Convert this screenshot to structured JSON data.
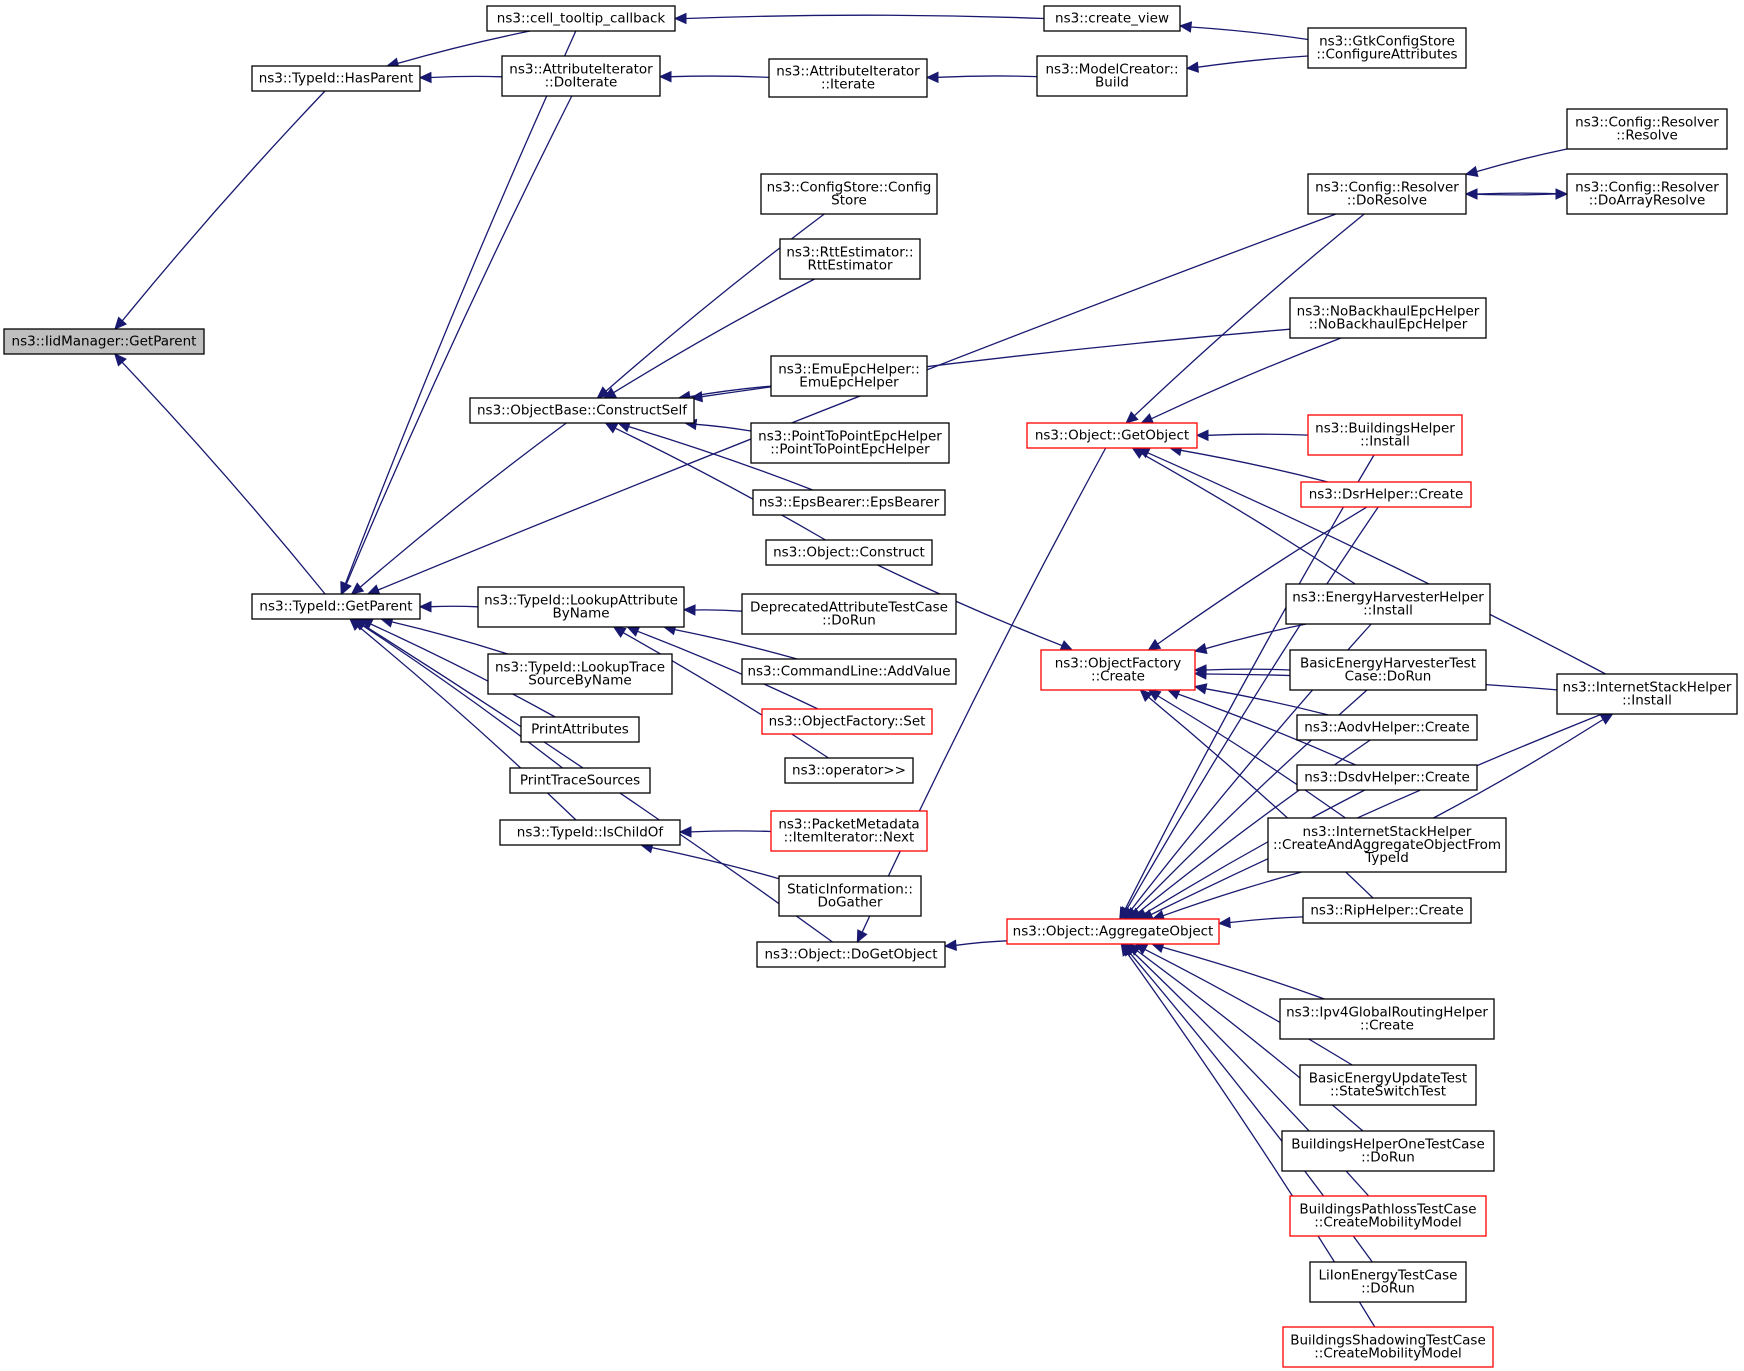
{
  "diagram": {
    "colors": {
      "edge": "#191970",
      "node_border": "#000000",
      "node_border_truncated": "#ff0000",
      "root_fill": "#bfbfbf"
    },
    "nodes": [
      {
        "id": "root",
        "lines": [
          "ns3::IidManager::GetParent"
        ],
        "style": "root"
      },
      {
        "id": "hasparent",
        "lines": [
          "ns3::TypeId::HasParent"
        ]
      },
      {
        "id": "getparent",
        "lines": [
          "ns3::TypeId::GetParent"
        ]
      },
      {
        "id": "celltooltip",
        "lines": [
          "ns3::cell_tooltip_callback"
        ]
      },
      {
        "id": "attriterdo",
        "lines": [
          "ns3::AttributeIterator",
          "::DoIterate"
        ]
      },
      {
        "id": "attriter",
        "lines": [
          "ns3::AttributeIterator",
          "::Iterate"
        ]
      },
      {
        "id": "createview",
        "lines": [
          "ns3::create_view"
        ]
      },
      {
        "id": "modelcreator",
        "lines": [
          "ns3::ModelCreator::",
          "Build"
        ]
      },
      {
        "id": "gtkconfig",
        "lines": [
          "ns3::GtkConfigStore",
          "::ConfigureAttributes"
        ]
      },
      {
        "id": "resolverresolve",
        "lines": [
          "ns3::Config::Resolver",
          "::Resolve"
        ]
      },
      {
        "id": "resolverdo",
        "lines": [
          "ns3::Config::Resolver",
          "::DoResolve"
        ]
      },
      {
        "id": "resolverarray",
        "lines": [
          "ns3::Config::Resolver",
          "::DoArrayResolve"
        ]
      },
      {
        "id": "configstore",
        "lines": [
          "ns3::ConfigStore::Config",
          "Store"
        ]
      },
      {
        "id": "rttest",
        "lines": [
          "ns3::RttEstimator::",
          "RttEstimator"
        ]
      },
      {
        "id": "nobackhaul",
        "lines": [
          "ns3::NoBackhaulEpcHelper",
          "::NoBackhaulEpcHelper"
        ]
      },
      {
        "id": "emuepc",
        "lines": [
          "ns3::EmuEpcHelper::",
          "EmuEpcHelper"
        ]
      },
      {
        "id": "constructself",
        "lines": [
          "ns3::ObjectBase::ConstructSelf"
        ]
      },
      {
        "id": "p2pepc",
        "lines": [
          "ns3::PointToPointEpcHelper",
          "::PointToPointEpcHelper"
        ]
      },
      {
        "id": "epsbearer",
        "lines": [
          "ns3::EpsBearer::EpsBearer"
        ]
      },
      {
        "id": "objconstruct",
        "lines": [
          "ns3::Object::Construct"
        ]
      },
      {
        "id": "getobject",
        "lines": [
          "ns3::Object::GetObject"
        ],
        "style": "red"
      },
      {
        "id": "buildingsinstall",
        "lines": [
          "ns3::BuildingsHelper",
          "::Install"
        ],
        "style": "red"
      },
      {
        "id": "dsrcreate",
        "lines": [
          "ns3::DsrHelper::Create"
        ],
        "style": "red"
      },
      {
        "id": "lookupattr",
        "lines": [
          "ns3::TypeId::LookupAttribute",
          "ByName"
        ]
      },
      {
        "id": "deprecated",
        "lines": [
          "DeprecatedAttributeTestCase",
          "::DoRun"
        ]
      },
      {
        "id": "energyharvester",
        "lines": [
          "ns3::EnergyHarvesterHelper",
          "::Install"
        ]
      },
      {
        "id": "cmdaddvalue",
        "lines": [
          "ns3::CommandLine::AddValue"
        ]
      },
      {
        "id": "objfactorycreate",
        "lines": [
          "ns3::ObjectFactory",
          "::Create"
        ],
        "style": "red"
      },
      {
        "id": "basicharvester",
        "lines": [
          "BasicEnergyHarvesterTest",
          "Case::DoRun"
        ]
      },
      {
        "id": "internetinstall",
        "lines": [
          "ns3::InternetStackHelper",
          "::Install"
        ]
      },
      {
        "id": "lookuptrace",
        "lines": [
          "ns3::TypeId::LookupTrace",
          "SourceByName"
        ]
      },
      {
        "id": "objfactoryset",
        "lines": [
          "ns3::ObjectFactory::Set"
        ],
        "style": "red"
      },
      {
        "id": "printattributes",
        "lines": [
          "PrintAttributes"
        ]
      },
      {
        "id": "aodvcreate",
        "lines": [
          "ns3::AodvHelper::Create"
        ]
      },
      {
        "id": "operatorin",
        "lines": [
          "ns3::operator>>"
        ]
      },
      {
        "id": "printtrace",
        "lines": [
          "PrintTraceSources"
        ]
      },
      {
        "id": "dsdvcreate",
        "lines": [
          "ns3::DsdvHelper::Create"
        ]
      },
      {
        "id": "packetmeta",
        "lines": [
          "ns3::PacketMetadata",
          "::ItemIterator::Next"
        ],
        "style": "red"
      },
      {
        "id": "ischildof",
        "lines": [
          "ns3::TypeId::IsChildOf"
        ]
      },
      {
        "id": "internetcreateagg",
        "lines": [
          "ns3::InternetStackHelper",
          "::CreateAndAggregateObjectFrom",
          "TypeId"
        ]
      },
      {
        "id": "staticinfo",
        "lines": [
          "StaticInformation::",
          "DoGather"
        ]
      },
      {
        "id": "ripcreate",
        "lines": [
          "ns3::RipHelper::Create"
        ]
      },
      {
        "id": "aggregate",
        "lines": [
          "ns3::Object::AggregateObject"
        ],
        "style": "red"
      },
      {
        "id": "dogetobject",
        "lines": [
          "ns3::Object::DoGetObject"
        ]
      },
      {
        "id": "ipv4global",
        "lines": [
          "ns3::Ipv4GlobalRoutingHelper",
          "::Create"
        ]
      },
      {
        "id": "basicupdate",
        "lines": [
          "BasicEnergyUpdateTest",
          "::StateSwitchTest"
        ]
      },
      {
        "id": "buildingsonetest",
        "lines": [
          "BuildingsHelperOneTestCase",
          "::DoRun"
        ]
      },
      {
        "id": "buildingspathloss",
        "lines": [
          "BuildingsPathlossTestCase",
          "::CreateMobilityModel"
        ],
        "style": "red"
      },
      {
        "id": "lionenergy",
        "lines": [
          "LiIonEnergyTestCase",
          "::DoRun"
        ]
      },
      {
        "id": "buildingsshadow",
        "lines": [
          "BuildingsShadowingTestCase",
          "::CreateMobilityModel"
        ],
        "style": "red"
      }
    ],
    "edges": [
      {
        "from": "hasparent",
        "to": "root"
      },
      {
        "from": "getparent",
        "to": "root"
      },
      {
        "from": "celltooltip",
        "to": "hasparent"
      },
      {
        "from": "attriterdo",
        "to": "hasparent"
      },
      {
        "from": "celltooltip",
        "to": "getparent"
      },
      {
        "from": "attriterdo",
        "to": "getparent"
      },
      {
        "from": "resolverdo",
        "to": "getparent"
      },
      {
        "from": "constructself",
        "to": "getparent"
      },
      {
        "from": "lookupattr",
        "to": "getparent"
      },
      {
        "from": "lookuptrace",
        "to": "getparent"
      },
      {
        "from": "printattributes",
        "to": "getparent"
      },
      {
        "from": "printtrace",
        "to": "getparent"
      },
      {
        "from": "ischildof",
        "to": "getparent"
      },
      {
        "from": "dogetobject",
        "to": "getparent"
      },
      {
        "from": "createview",
        "to": "celltooltip"
      },
      {
        "from": "gtkconfig",
        "to": "createview"
      },
      {
        "from": "attriter",
        "to": "attriterdo"
      },
      {
        "from": "modelcreator",
        "to": "attriter"
      },
      {
        "from": "gtkconfig",
        "to": "modelcreator"
      },
      {
        "from": "resolverresolve",
        "to": "resolverdo"
      },
      {
        "from": "resolverarray",
        "to": "resolverdo"
      },
      {
        "from": "resolverdo",
        "to": "resolverarray"
      },
      {
        "from": "configstore",
        "to": "constructself"
      },
      {
        "from": "rttest",
        "to": "constructself"
      },
      {
        "from": "nobackhaul",
        "to": "constructself"
      },
      {
        "from": "emuepc",
        "to": "constructself"
      },
      {
        "from": "p2pepc",
        "to": "constructself"
      },
      {
        "from": "epsbearer",
        "to": "constructself"
      },
      {
        "from": "objconstruct",
        "to": "constructself"
      },
      {
        "from": "deprecated",
        "to": "lookupattr"
      },
      {
        "from": "cmdaddvalue",
        "to": "lookupattr"
      },
      {
        "from": "objfactoryset",
        "to": "lookupattr"
      },
      {
        "from": "operatorin",
        "to": "lookupattr"
      },
      {
        "from": "packetmeta",
        "to": "ischildof"
      },
      {
        "from": "staticinfo",
        "to": "ischildof"
      },
      {
        "from": "aggregate",
        "to": "dogetobject"
      },
      {
        "from": "getobject",
        "to": "dogetobject"
      },
      {
        "from": "resolverdo",
        "to": "getobject"
      },
      {
        "from": "nobackhaul",
        "to": "getobject"
      },
      {
        "from": "internetinstall",
        "to": "getobject"
      },
      {
        "from": "buildingsinstall",
        "to": "getobject"
      },
      {
        "from": "dsrcreate",
        "to": "getobject"
      },
      {
        "from": "energyharvester",
        "to": "getobject"
      },
      {
        "from": "objconstruct",
        "to": "objfactorycreate"
      },
      {
        "from": "dsrcreate",
        "to": "objfactorycreate"
      },
      {
        "from": "internetinstall",
        "to": "objfactorycreate"
      },
      {
        "from": "energyharvester",
        "to": "objfactorycreate"
      },
      {
        "from": "basicharvester",
        "to": "objfactorycreate"
      },
      {
        "from": "aodvcreate",
        "to": "objfactorycreate"
      },
      {
        "from": "dsdvcreate",
        "to": "objfactorycreate"
      },
      {
        "from": "internetcreateagg",
        "to": "objfactorycreate"
      },
      {
        "from": "ripcreate",
        "to": "objfactorycreate"
      },
      {
        "from": "internetcreateagg",
        "to": "internetinstall"
      },
      {
        "from": "buildingsinstall",
        "to": "aggregate"
      },
      {
        "from": "dsrcreate",
        "to": "aggregate"
      },
      {
        "from": "energyharvester",
        "to": "aggregate"
      },
      {
        "from": "basicharvester",
        "to": "aggregate"
      },
      {
        "from": "aodvcreate",
        "to": "aggregate"
      },
      {
        "from": "dsdvcreate",
        "to": "aggregate"
      },
      {
        "from": "internetcreateagg",
        "to": "aggregate"
      },
      {
        "from": "ripcreate",
        "to": "aggregate"
      },
      {
        "from": "internetinstall",
        "to": "aggregate"
      },
      {
        "from": "ipv4global",
        "to": "aggregate"
      },
      {
        "from": "basicupdate",
        "to": "aggregate"
      },
      {
        "from": "buildingsonetest",
        "to": "aggregate"
      },
      {
        "from": "buildingspathloss",
        "to": "aggregate"
      },
      {
        "from": "lionenergy",
        "to": "aggregate"
      },
      {
        "from": "buildingsshadow",
        "to": "aggregate"
      }
    ]
  }
}
